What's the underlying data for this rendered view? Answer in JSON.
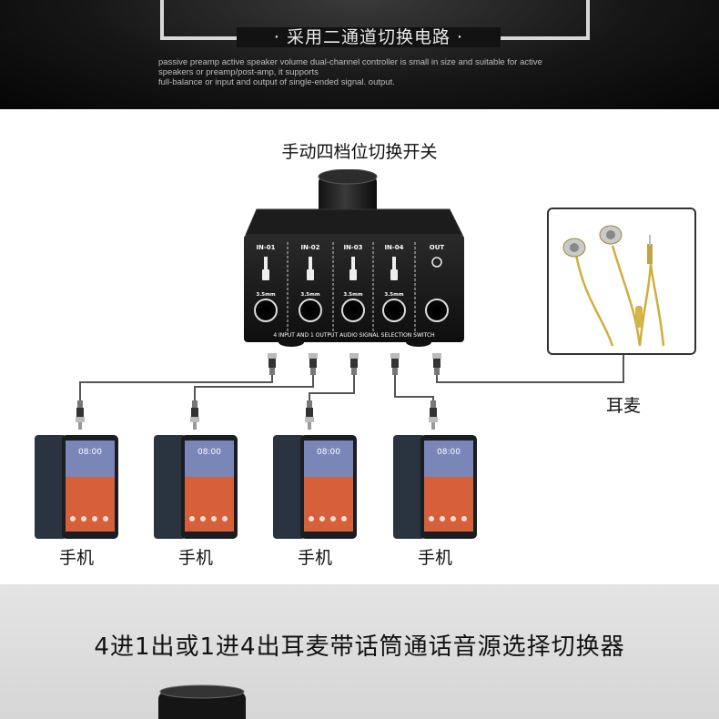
{
  "banner": {
    "subtitle": "· 采用二通道切换电路 ·",
    "description_line1": "passive preamp active speaker volume dual-channel controller is small in size and suitable for active",
    "description_line2": "speakers or preamp/post-amp, it supports",
    "description_line3": "full-balance or input and output of single-ended signal. output."
  },
  "diagram": {
    "switch_title": "手动四档位切换开关",
    "device": {
      "ports": [
        "IN-01",
        "IN-02",
        "IN-03",
        "IN-04",
        "OUT"
      ],
      "jack_size": "3.5mm",
      "bottom_text": "4 INPUT AND 1 OUTPUT AUDIO SIGNAL SELECTION SWITCH"
    },
    "headset_label": "耳麦",
    "phones": [
      {
        "label": "手机",
        "time": "08:00"
      },
      {
        "label": "手机",
        "time": "08:00"
      },
      {
        "label": "手机",
        "time": "08:00"
      },
      {
        "label": "手机",
        "time": "08:00"
      }
    ]
  },
  "footer": {
    "title": "4进1出或1进4出耳麦带话筒通话音源选择切换器"
  },
  "colors": {
    "banner_bg": "#0a0a0a",
    "device_body": "#1a1a1a",
    "cable": "#555555",
    "earphone_gold": "#d4b54a",
    "grey_section": "#dedede"
  }
}
